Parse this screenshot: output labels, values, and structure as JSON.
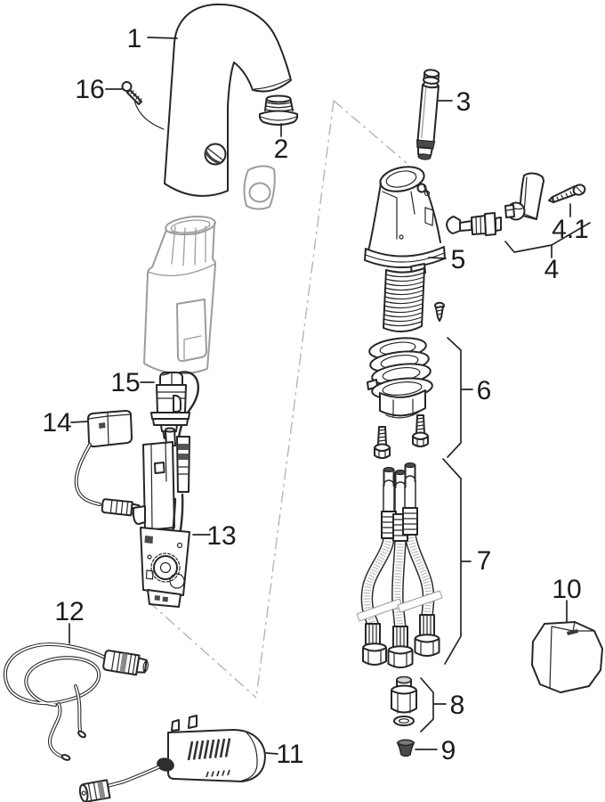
{
  "diagram": {
    "background_color": "#ffffff",
    "line_color": "#262626",
    "muted_line_color": "#9c9c9c",
    "axis_line_color": "#b5b5b5",
    "dark_part_color": "#4a4a4a",
    "labels": {
      "part_1": "1",
      "part_2": "2",
      "part_3": "3",
      "part_4": "4",
      "part_4_1": "4.1",
      "part_5": "5",
      "part_6": "6",
      "part_7": "7",
      "part_8": "8",
      "part_9": "9",
      "part_10": "10",
      "part_11": "11",
      "part_12": "12",
      "part_13": "13",
      "part_14": "14",
      "part_15": "15",
      "part_16": "16"
    }
  }
}
